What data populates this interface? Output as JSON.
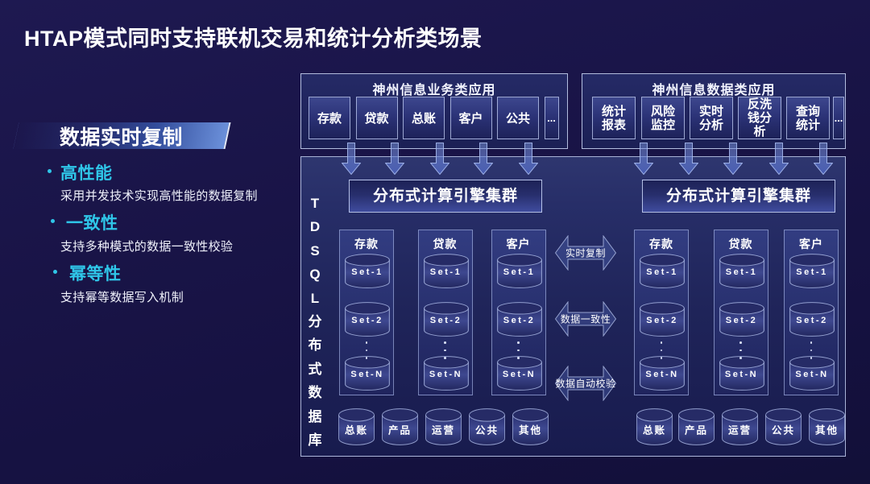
{
  "title": "HTAP模式同时支持联机交易和统计分析类场景",
  "left_panel": {
    "banner": "数据实时复制",
    "bullets": [
      {
        "heading": "高性能",
        "desc": "采用并发技术实现高性能的数据复制"
      },
      {
        "heading": "一致性",
        "desc": "支持多种模式的数据一致性校验"
      },
      {
        "heading": "幂等性",
        "desc": "支持幂等数据写入机制"
      }
    ]
  },
  "business_apps": {
    "title": "神州信息业务类应用",
    "items": [
      "存款",
      "贷款",
      "总账",
      "客户",
      "公共"
    ],
    "more": "..."
  },
  "data_apps": {
    "title": "神州信息数据类应用",
    "items": [
      "统计\n报表",
      "风险\n监控",
      "实时\n分析",
      "反洗\n钱分\n析",
      "查询\n统计"
    ],
    "more": "..."
  },
  "database": {
    "vertical_label_chars": [
      "T",
      "D",
      "S",
      "Q",
      "L",
      "分",
      "布",
      "式",
      "数",
      "据",
      "库"
    ],
    "engine_clusters": [
      "分布式计算引擎集群",
      "分布式计算引擎集群"
    ],
    "left_groups": [
      {
        "name": "存款",
        "sets": [
          "Set-1",
          "Set-2",
          "Set-N"
        ]
      },
      {
        "name": "贷款",
        "sets": [
          "Set-1",
          "Set-2",
          "Set-N"
        ]
      },
      {
        "name": "客户",
        "sets": [
          "Set-1",
          "Set-2",
          "Set-N"
        ]
      }
    ],
    "right_groups": [
      {
        "name": "存款",
        "sets": [
          "Set-1",
          "Set-2",
          "Set-N"
        ]
      },
      {
        "name": "贷款",
        "sets": [
          "Set-1",
          "Set-2",
          "Set-N"
        ]
      },
      {
        "name": "客户",
        "sets": [
          "Set-1",
          "Set-2",
          "Set-N"
        ]
      }
    ],
    "exchange_arrows": [
      "实时复制",
      "数据一致性",
      "数据自动校验"
    ],
    "left_bottom": [
      "总账",
      "产品",
      "运营",
      "公共",
      "其他"
    ],
    "right_bottom": [
      "总账",
      "产品",
      "运营",
      "公共",
      "其他"
    ]
  },
  "colors": {
    "background": "#181345",
    "accent_cyan": "#2fc6e8",
    "panel_blue": "#3c5cb2",
    "box_border": "#cdd8f6"
  }
}
